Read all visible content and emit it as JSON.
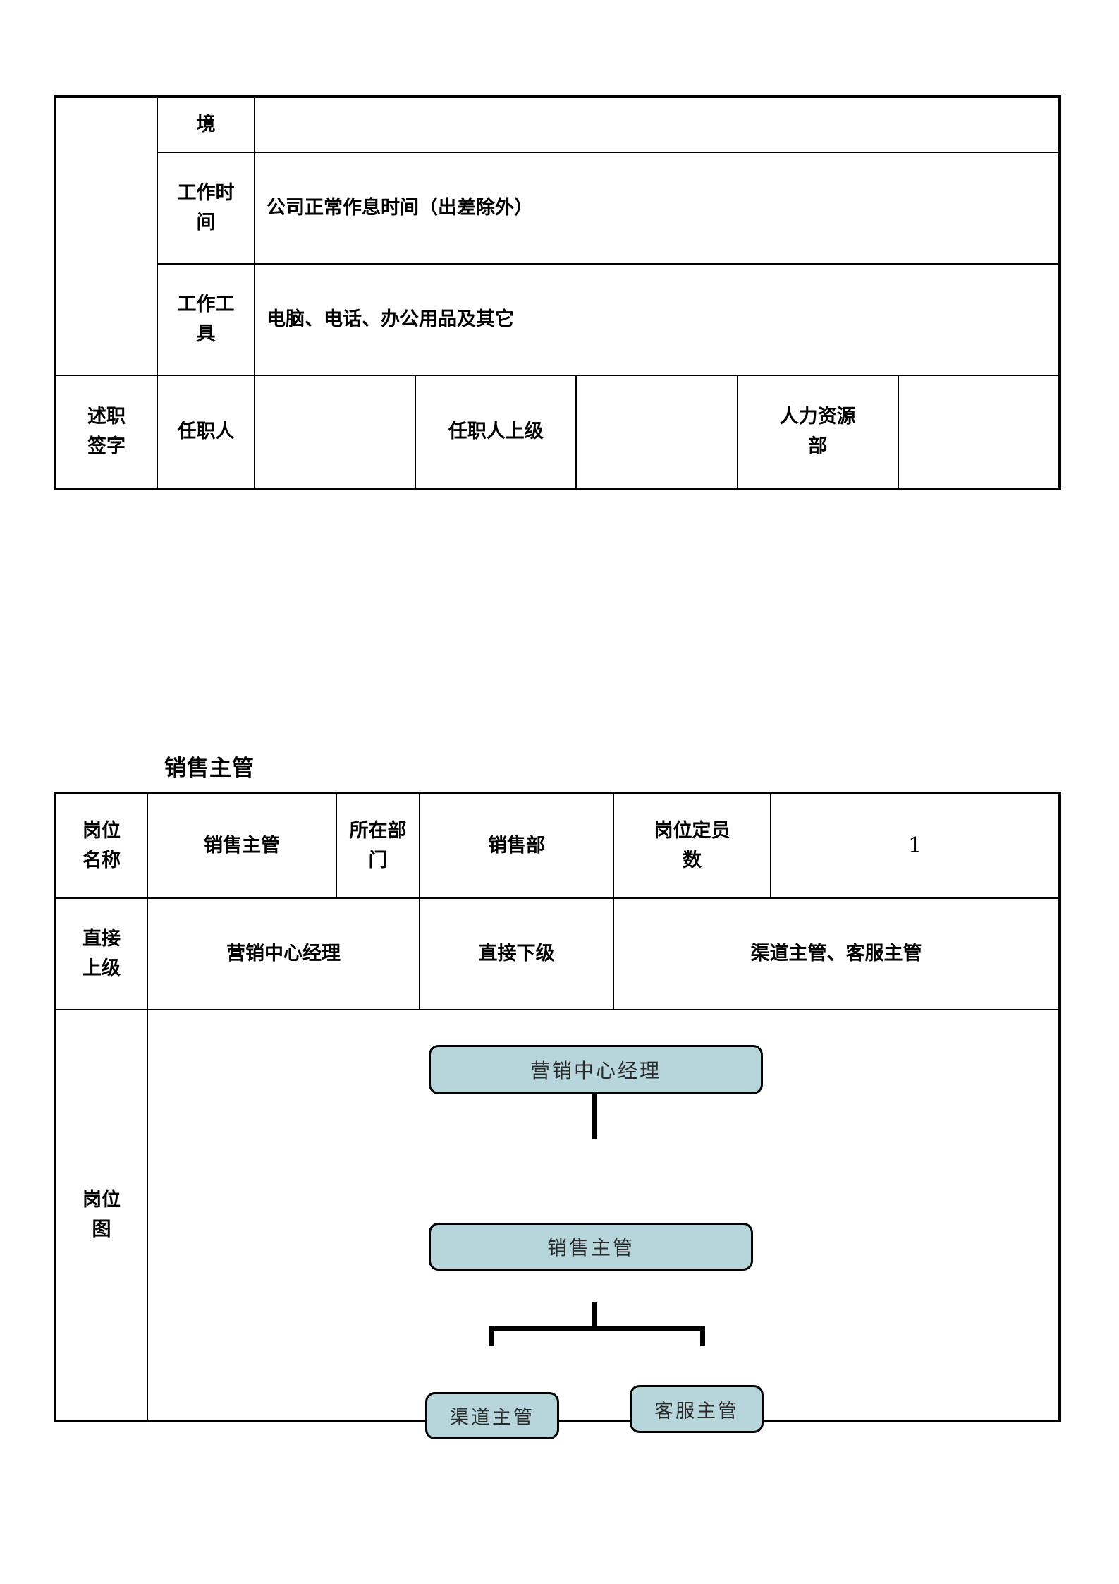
{
  "document": {
    "table_one": {
      "rows": [
        {
          "label": "",
          "sublabel": "境",
          "value": ""
        },
        {
          "label": "",
          "sublabel": "工作时\n间",
          "value": "公司正常作息时间（出差除外）"
        },
        {
          "label": "",
          "sublabel": "工作工\n具",
          "value": "电脑、电话、办公用品及其它"
        }
      ],
      "signature_row": {
        "label": "述职\n签字",
        "person_label": "任职人",
        "person_value": "",
        "supervisor_label": "任职人上级",
        "supervisor_value": "",
        "hr_label": "人力资源\n部",
        "hr_value": ""
      }
    },
    "section_title": "销售主管",
    "table_two": {
      "row_position": {
        "name_label": "岗位\n名称",
        "name_value": "销售主管",
        "dept_label": "所在部\n门",
        "dept_value": "销售部",
        "headcount_label": "岗位定员\n数",
        "headcount_value": "1"
      },
      "row_reporting": {
        "superior_label": "直接\n上级",
        "superior_value": "营销中心经理",
        "subordinate_label": "直接下级",
        "subordinate_value": "渠道主管、客服主管"
      },
      "row_chart": {
        "label": "岗位\n图"
      }
    },
    "org_chart": {
      "box_manager": "营销中心经理",
      "box_sales": "销售主管",
      "box_channel": "渠道主管",
      "box_service": "客服主管",
      "box_fill_color": "#b7d6dc",
      "box_border_color": "#000000"
    }
  }
}
